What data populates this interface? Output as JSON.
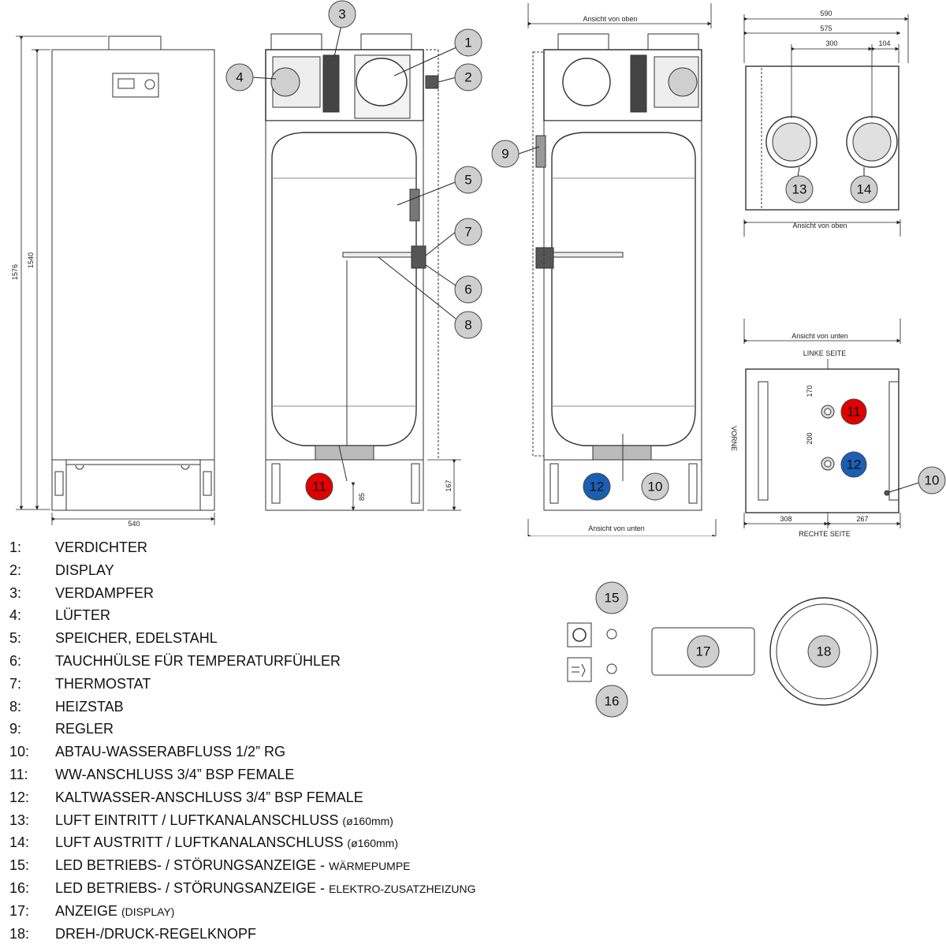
{
  "dimensions": {
    "total_height": "1576",
    "body_height": "1540",
    "width_front": "540",
    "foot_85": "85",
    "base_167": "167",
    "top_590": "590",
    "top_575": "575",
    "top_300": "300",
    "top_104": "104",
    "bottom_170": "170",
    "bottom_200": "200",
    "bottom_308": "308",
    "bottom_267": "267"
  },
  "view_labels": {
    "top_center": "Ansicht von oben",
    "bottom_center": "Ansicht von unten",
    "top_right": "Ansicht von oben",
    "bottom_right": "Ansicht von unten",
    "left_side": "LINKE SEITE",
    "right_side": "RECHTE SEITE",
    "front": "VORNE"
  },
  "callouts": {
    "c1": "1",
    "c2": "2",
    "c3": "3",
    "c4": "4",
    "c5": "5",
    "c6": "6",
    "c7": "7",
    "c8": "8",
    "c9": "9",
    "c10a": "10",
    "c10b": "10",
    "c11a": "11",
    "c11b": "11",
    "c12a": "12",
    "c12b": "12",
    "c13": "13",
    "c14": "14",
    "c15": "15",
    "c16": "16",
    "c17": "17",
    "c18": "18"
  },
  "colors": {
    "hot_water": "#e00000",
    "cold_water": "#1a5fb4",
    "callout_grey": "#cfcfcf",
    "line": "#333333"
  },
  "icons": {
    "compressor_symbol": "compressor-icon",
    "heater_symbol": "electric-heater-icon"
  },
  "legend": [
    {
      "num": "1:",
      "text": "VERDICHTER",
      "small": ""
    },
    {
      "num": "2:",
      "text": "DISPLAY",
      "small": ""
    },
    {
      "num": "3:",
      "text": "VERDAMPFER",
      "small": ""
    },
    {
      "num": "4:",
      "text": "LÜFTER",
      "small": ""
    },
    {
      "num": "5:",
      "text": "SPEICHER, EDELSTAHL",
      "small": ""
    },
    {
      "num": "6:",
      "text": "TAUCHHÜLSE FÜR TEMPERATURFÜHLER",
      "small": ""
    },
    {
      "num": "7:",
      "text": "THERMOSTAT",
      "small": ""
    },
    {
      "num": "8:",
      "text": "HEIZSTAB",
      "small": ""
    },
    {
      "num": "9:",
      "text": "REGLER",
      "small": ""
    },
    {
      "num": "10:",
      "text": "ABTAU-WASSERABFLUSS 1/2” RG",
      "small": ""
    },
    {
      "num": "11:",
      "text": "WW-ANSCHLUSS 3/4” BSP FEMALE",
      "small": ""
    },
    {
      "num": "12:",
      "text": "KALTWASSER-ANSCHLUSS 3/4” BSP FEMALE",
      "small": ""
    },
    {
      "num": "13:",
      "text": "LUFT EINTRITT / LUFTKANALANSCHLUSS ",
      "small": "(ø160mm)"
    },
    {
      "num": "14:",
      "text": "LUFT AUSTRITT / LUFTKANALANSCHLUSS ",
      "small": "(ø160mm)"
    },
    {
      "num": "15:",
      "text": "LED BETRIEBS- / STÖRUNGSANZEIGE - ",
      "small": "WÄRMEPUMPE"
    },
    {
      "num": "16:",
      "text": "LED BETRIEBS- / STÖRUNGSANZEIGE - ",
      "small": "ELEKTRO-ZUSATZHEIZUNG"
    },
    {
      "num": "17:",
      "text": "ANZEIGE ",
      "small": "(DISPLAY)"
    },
    {
      "num": "18:",
      "text": "DREH-/DRUCK-REGELKNOPF",
      "small": ""
    }
  ]
}
